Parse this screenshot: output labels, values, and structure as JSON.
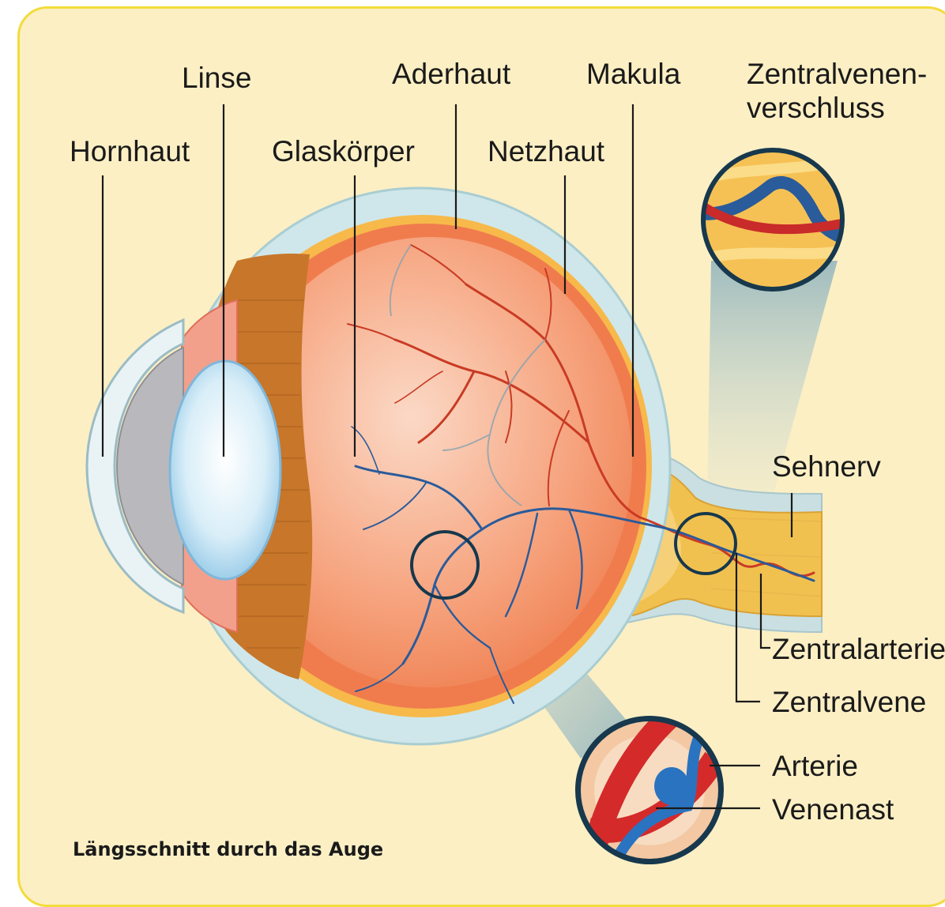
{
  "labels": {
    "hornhaut": "Hornhaut",
    "linse": "Linse",
    "glaskoerper": "Glaskörper",
    "aderhaut": "Aderhaut",
    "netzhaut": "Netzhaut",
    "makula": "Makula",
    "zentralvenenverschluss_line1": "Zentralvenen-",
    "zentralvenenverschluss_line2": "verschluss",
    "sehnerv": "Sehnerv",
    "zentralarterie": "Zentralarterie",
    "zentralvene": "Zentralvene",
    "arterie": "Arterie",
    "venenast": "Venenast"
  },
  "caption": "Längsschnitt durch das Auge",
  "colors": {
    "background": "#fcefc4",
    "border": "#f2dc3c",
    "sclera": "#cfe7ea",
    "choroid": "#f7b94a",
    "retina": "#f07c4e",
    "vitreous": "#f6a07a",
    "lens": "#bfe2f2",
    "optic_nerve": "#f1c14f",
    "artery": "#d42a2a",
    "vein": "#1f5fa0"
  }
}
